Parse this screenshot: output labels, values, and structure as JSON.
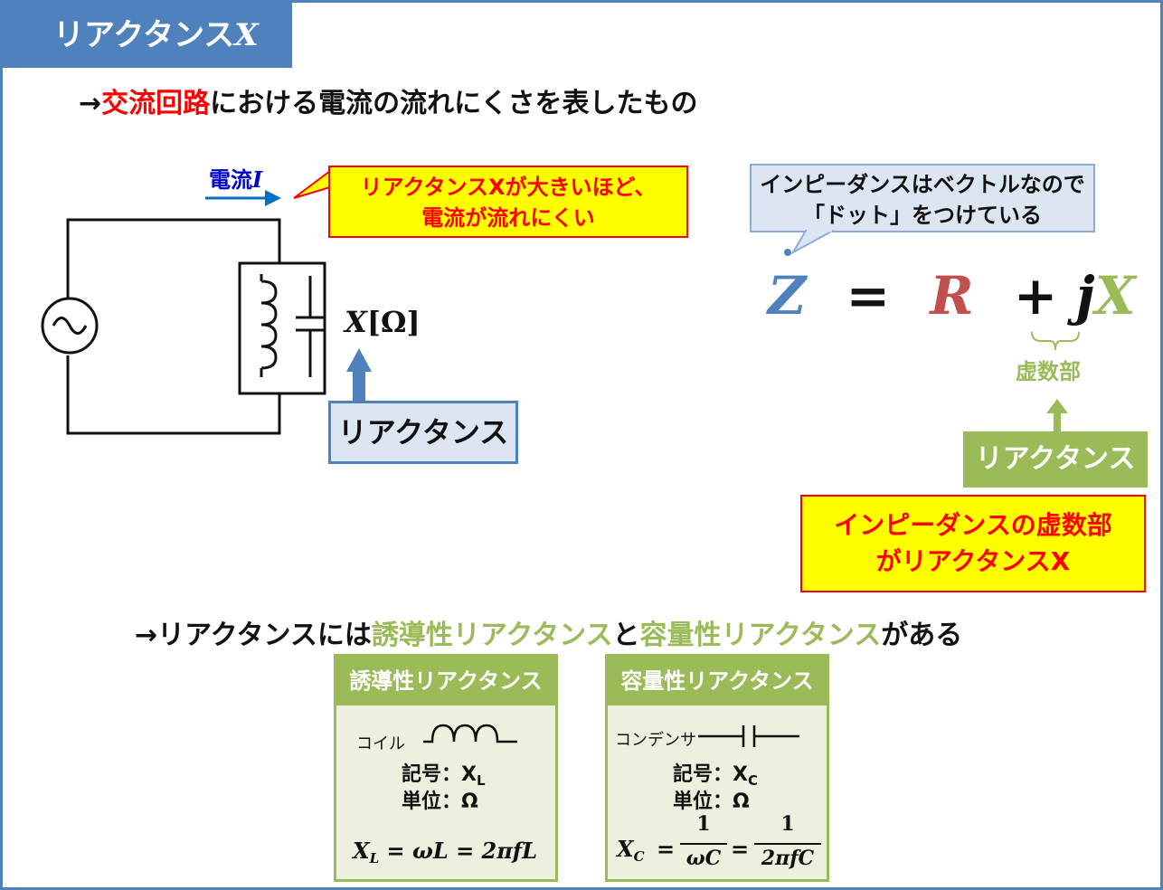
{
  "header": {
    "title_prefix": "リアクタンス",
    "title_var": "X"
  },
  "line1": {
    "arrow": "→",
    "highlight": "交流回路",
    "rest": "における電流の流れにくさを表したもの"
  },
  "circuit": {
    "current_label": "電流",
    "current_var": "I",
    "callout": [
      "リアクタンスXが大きいほど、",
      "電流が流れにくい"
    ],
    "reactance_symbol": "X",
    "reactance_unit": "[Ω]",
    "reactance_label": "リアクタンス"
  },
  "impedance": {
    "bubble": [
      "インピーダンスはベクトルなので",
      "「ドット」をつけている"
    ],
    "eq_z": "Z",
    "eq_eq": "=",
    "eq_r": "R",
    "eq_plus": "+",
    "eq_j": "j",
    "eq_x": "X",
    "imag_label": "虚数部",
    "reactance_label": "リアクタンス",
    "callout": [
      "インピーダンスの虚数部",
      "がリアクタンスX"
    ]
  },
  "line2": {
    "arrow": "→",
    "part1": "リアクタンスには",
    "ind": "誘導性リアクタンス",
    "and": "と",
    "cap": "容量性リアクタンス",
    "end": "がある"
  },
  "cards": {
    "inductive": {
      "title": "誘導性リアクタンス",
      "component": "コイル",
      "symbol_line": "記号：X",
      "symbol_sub": "L",
      "unit_line": "単位：Ω",
      "formula": "X",
      "formula_sub": "L",
      "formula_rest": " = ωL = 2πfL"
    },
    "capacitive": {
      "title": "容量性リアクタンス",
      "component": "コンデンサ",
      "symbol_line": "記号：X",
      "symbol_sub": "C",
      "unit_line": "単位：Ω",
      "formula": "X",
      "formula_sub": "C",
      "formula_eq": "=",
      "num1": "1",
      "den1": "ωC",
      "num2": "1",
      "den2": "2πfC"
    }
  },
  "colors": {
    "accent_blue": "#4f81bd",
    "green": "#9bbb59",
    "red": "#ff0000",
    "yellow": "#ffff00",
    "rose": "#c0504d"
  }
}
